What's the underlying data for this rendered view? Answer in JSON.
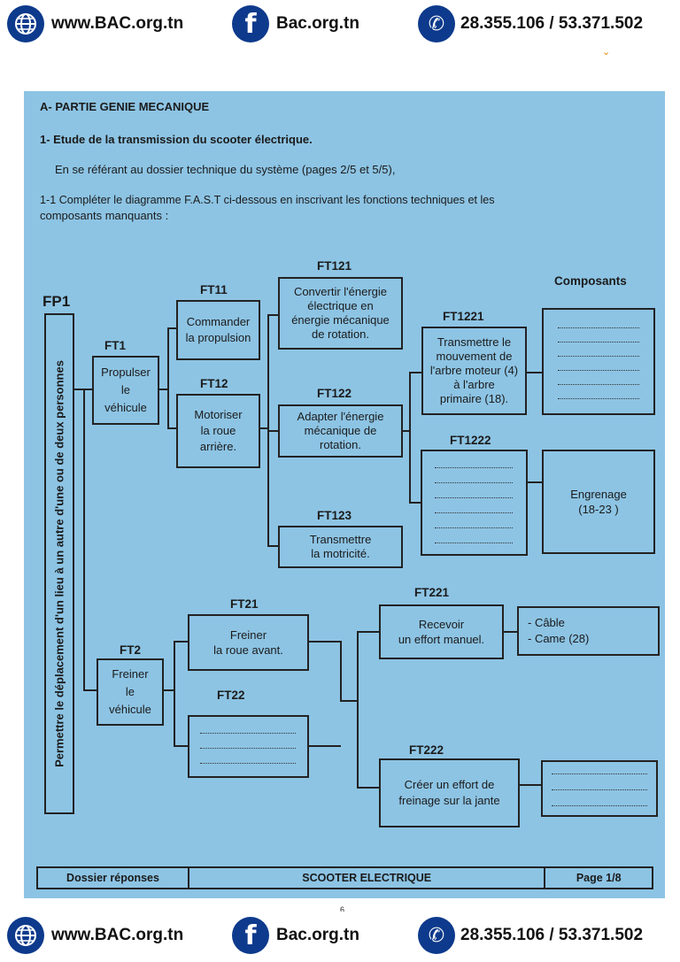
{
  "header": {
    "site": "www.BAC.org.tn",
    "facebook": "Bac.org.tn",
    "phone": "28.355.106 / 53.371.502",
    "icons": [
      "globe-icon",
      "facebook-icon",
      "phone-icon"
    ]
  },
  "doc": {
    "section": "A- PARTIE GENIE MECANIQUE",
    "subsection": "1- Etude de la transmission du scooter électrique.",
    "intro": "En se référant au dossier technique du système (pages 2/5 et 5/5),",
    "q_line1": "1-1 Compléter le diagramme F.A.S.T ci-dessous en inscrivant les fonctions techniques et les",
    "q_line2": "composants manquants :",
    "composants_title": "Composants"
  },
  "fast": {
    "fp1": {
      "label": "FP1",
      "text": "Permettre le déplacement d'un lieu à un autre d'une ou de deux personnes"
    },
    "ft1": {
      "label": "FT1",
      "text": "Propulser\nle\nvéhicule"
    },
    "ft11": {
      "label": "FT11",
      "text": "Commander\nla propulsion"
    },
    "ft12": {
      "label": "FT12",
      "text": "Motoriser\nla roue\narrière."
    },
    "ft121": {
      "label": "FT121",
      "text": "Convertir l'énergie\nélectrique en\nénergie mécanique\nde rotation."
    },
    "ft122": {
      "label": "FT122",
      "text": "Adapter l'énergie\nmécanique de\nrotation."
    },
    "ft123": {
      "label": "FT123",
      "text": "Transmettre\nla motricité."
    },
    "ft1221": {
      "label": "FT1221",
      "text": "Transmettre le\nmouvement de\nl'arbre moteur (4)\nà l'arbre\nprimaire (18)."
    },
    "ft1222": {
      "label": "FT1222",
      "text": ""
    },
    "ft2": {
      "label": "FT2",
      "text": "Freiner\nle\nvéhicule"
    },
    "ft21": {
      "label": "FT21",
      "text": "Freiner\nla roue avant."
    },
    "ft22": {
      "label": "FT22",
      "text": ""
    },
    "ft221": {
      "label": "FT221",
      "text": "Recevoir\nun effort manuel."
    },
    "ft222": {
      "label": "FT222",
      "text": "Créer un effort de\nfreinage sur la jante"
    },
    "comp_ft1222": "Engrenage\n(18-23 )",
    "comp_ft221": "- Câble\n- Came (28)"
  },
  "footer": {
    "left": "Dossier réponses",
    "center": "SCOOTER ELECTRIQUE",
    "right": "Page 1/8"
  },
  "page_mark": "6",
  "colors": {
    "sheet": "#8dc4e4",
    "icon_blue": "#0d3a8c"
  }
}
